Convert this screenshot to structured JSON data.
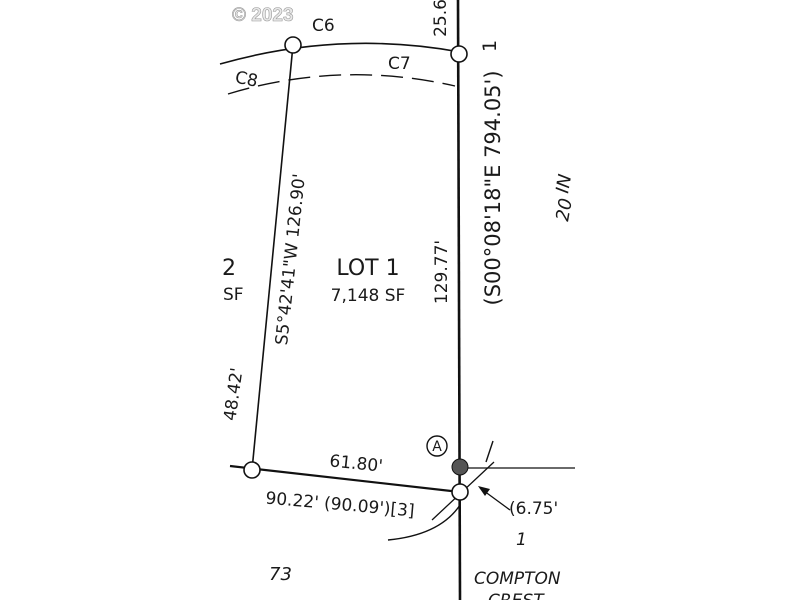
{
  "watermark": "© 2023",
  "lot": {
    "title": "LOT 1",
    "area": "7,148  SF"
  },
  "curve_labels": {
    "c6": "C6",
    "c7": "C7",
    "c8": "C8"
  },
  "bearings": {
    "west_line": "S5°42'41\"W 126.90'",
    "east_record": "(S00°08'18\"E  794.05')",
    "east_record_suffix": "1"
  },
  "distances": {
    "east_line": "129.77'",
    "top_segment": "25.6",
    "south_line": "61.80'",
    "south_total": "90.22' (90.09')[3]",
    "west_partial": "48.42'",
    "offset": "(6.75'"
  },
  "neighbor": {
    "lot_fragment": "2",
    "area_fragment": "SF",
    "lot_number": "73",
    "right_fragment_1": "IN",
    "right_fragment_2": "20",
    "point_number": "1"
  },
  "street": {
    "line1": "COMPTON",
    "line2": "CREST"
  },
  "markers": {
    "point_a": "A"
  }
}
